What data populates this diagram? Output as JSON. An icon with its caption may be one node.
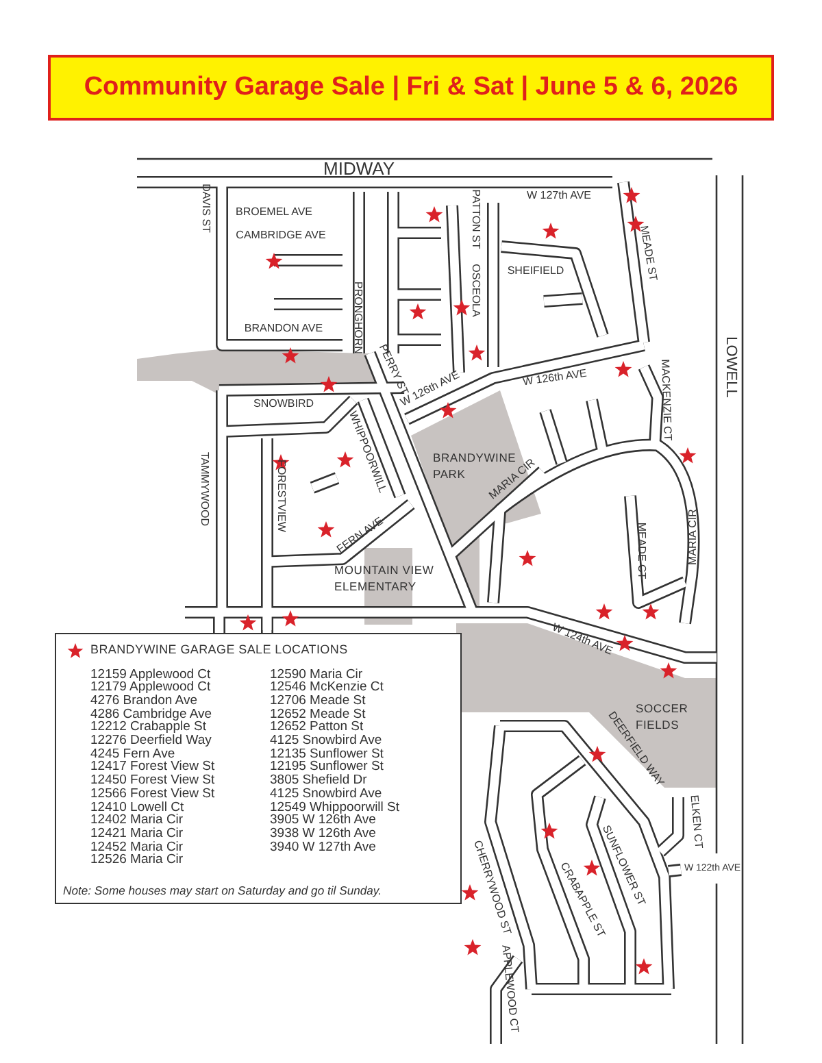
{
  "diagram": {
    "title": "Community Garage Sale | Fri & Sat | June 5 & 6, 2026",
    "nodes": [
      {
        "text": [
          "BRANDYWINE PARK"
        ]
      },
      {
        "text": [
          "MOUNTAIN VIEW ELEMENTARY"
        ]
      },
      {
        "text": [
          "SOCCER FIELDS"
        ]
      }
    ],
    "labels": [
      "MIDWAY",
      "W 127th AVE",
      "DAVIS ST",
      "BROEMEL AVE",
      "CAMBRIDGE AVE",
      "PATTON ST",
      "OSCEOLA",
      "SHEIFIELD",
      "MEADE ST",
      "PRONGHORN",
      "BRANDON AVE",
      "LOWELL",
      "PERRY ST",
      "W 126th AVE",
      "W 126th AVE",
      "SNOWBIRD",
      "WHIPPOORWILL",
      "MACKENZIE CT",
      "MARIA CIR",
      "TAMMYWOOD",
      "FORESTVIEW",
      "MEADE CT",
      "MARIA CIR",
      "FERN AVE",
      "W 124th AVE",
      "DEERFIELD WAY",
      "ELKEN CT",
      "W 122th AVE",
      "SUNFLOWER ST",
      "CRABAPPLE ST",
      "CHERRYWOOD ST",
      "APPLEWOOD CT",
      "12159 Applewood Ct",
      "12179 Applewood Ct",
      "4276 Brandon Ave",
      "4286 Cambridge Ave",
      "12212 Crabapple St",
      "12276 Deerfield Way",
      "4245 Fern Ave",
      "12417 Forest View St",
      "12450 Forest View St",
      "12566 Forest View St",
      "12410 Lowell Ct",
      "12402 Maria Cir",
      "12421 Maria Cir",
      "12452 Maria Cir",
      "12526 Maria Cir",
      "12590 Maria Cir",
      "12546 McKenzie Ct",
      "12706 Meade St",
      "12652 Meade St",
      "12652 Patton St",
      "4125 Snowbird Ave",
      "12135 Sunflower St",
      "12195 Sunflower St",
      "3805 Shefield Dr",
      "4125 Snowbird Ave",
      "12549 Whippoorwill St",
      "3905 W 126th Ave",
      "3938 W 126th Ave",
      "3940 W 127th Ave",
      "Note: Some houses may start on Saturday and go til Sunday."
    ],
    "legend": [
      {
        "text": "BRANDYWINE GARAGE SALE LOCATIONS"
      }
    ]
  }
}
